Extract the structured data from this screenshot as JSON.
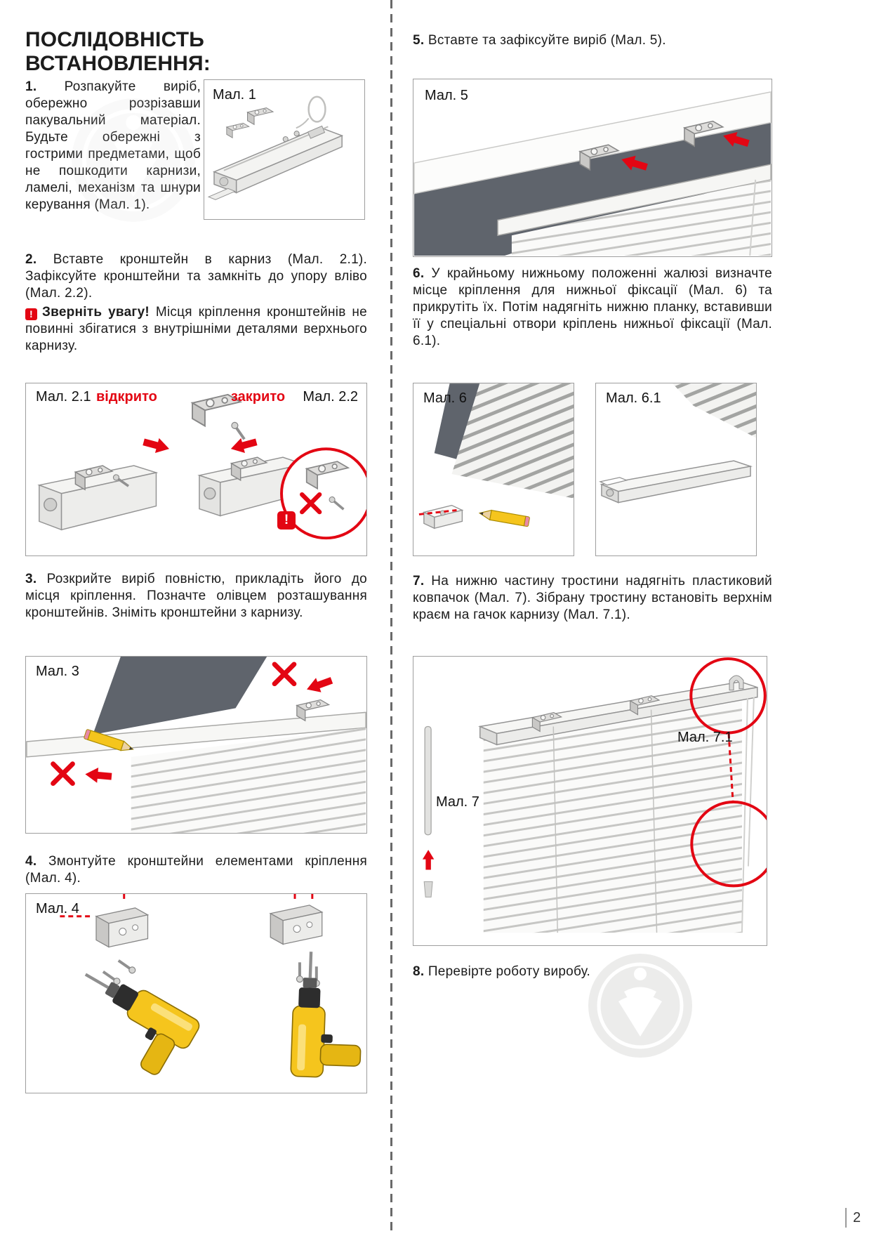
{
  "page": {
    "title": "ПОСЛІДОВНІСТЬ ВСТАНОВЛЕННЯ:",
    "page_number": "2"
  },
  "colors": {
    "accent_red": "#e30613",
    "text": "#1c1c1c",
    "panel_dark": "#5f646c"
  },
  "steps": {
    "s1": {
      "num": "1.",
      "text": "Розпакуйте виріб, обережно розрізавши пакувальний матеріал. Будьте обережні з гострими предметами, щоб не пошкодити карнизи, ламелі, механізм та шнури керування (Мал. 1)."
    },
    "s2": {
      "num": "2.",
      "text": "Вставте кронштейн в карниз (Мал. 2.1). Зафіксуйте кронштейни та замкніть до упору вліво (Мал. 2.2).",
      "warning_icon": "!",
      "warning_title": "Зверніть увагу!",
      "warning_text": "Місця кріплення кронштейнів не повинні збігатися з внутрішніми деталями верхнього карнизу."
    },
    "s3": {
      "num": "3.",
      "text": "Розкрийте виріб повністю, прикладіть його до місця кріплення. Позначте олівцем розташування кронштейнів. Зніміть кронштейни з карнизу."
    },
    "s4": {
      "num": "4.",
      "text": "Змонтуйте кронштейни елементами кріплення (Мал. 4)."
    },
    "s5": {
      "num": "5.",
      "text": "Вставте та зафіксуйте виріб (Мал. 5)."
    },
    "s6": {
      "num": "6.",
      "text": "У крайньому нижньому положенні жалюзі визначте місце кріплення для нижньої фіксації (Мал. 6) та прикрутіть їх. Потім надягніть нижню планку, вставивши її у спеціальні отвори кріплень нижньої фіксації (Мал. 6.1)."
    },
    "s7": {
      "num": "7.",
      "text": "На нижню частину тростини надягніть пластиковий ковпачок (Мал. 7). Зібрану тростину встановіть верхнім краєм на гачок карнизу (Мал. 7.1)."
    },
    "s8": {
      "num": "8.",
      "text": "Перевірте роботу виробу."
    }
  },
  "figures": {
    "f1": {
      "label": "Мал. 1"
    },
    "f2": {
      "label_left": "Мал. 2.1",
      "open": "відкрито",
      "closed": "закрито",
      "label_right": "Мал. 2.2",
      "warn_icon": "!"
    },
    "f3": {
      "label": "Мал. 3"
    },
    "f4": {
      "label": "Мал. 4"
    },
    "f5": {
      "label": "Мал. 5"
    },
    "f6": {
      "label": "Мал. 6"
    },
    "f61": {
      "label": "Мал. 6.1"
    },
    "f7": {
      "label": "Мал. 7",
      "label_sub": "Мал. 7.1"
    }
  }
}
